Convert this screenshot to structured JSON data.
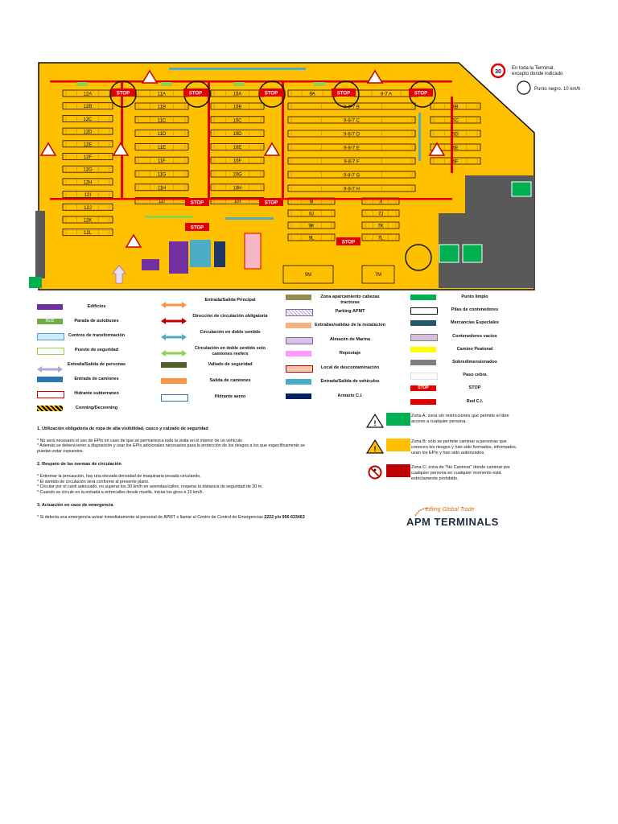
{
  "speed_note": {
    "limit": "30",
    "line1": "En toda la Terminal,",
    "line2": "excepto donde indicado",
    "circle_note": "Punto negro. 10 km/h"
  },
  "blocks": {
    "row12": [
      "12A",
      "12B",
      "12C",
      "12D",
      "12E",
      "12F",
      "12G",
      "12H",
      "12I",
      "12J",
      "12K",
      "12L"
    ],
    "row11": [
      "11A",
      "11B",
      "11C",
      "11D",
      "11E",
      "11F",
      "11G",
      "11H",
      "11I"
    ],
    "row10": [
      "10A",
      "10B",
      "10C",
      "10D",
      "10E",
      "10F",
      "10G",
      "10H",
      "10I"
    ],
    "row987": [
      "9A",
      "9-8-7 B",
      "9-8-7 C",
      "9-8-7 D",
      "9-8-7 E",
      "9-8-7 F",
      "9-8-7 G",
      "9-8-7 H"
    ],
    "row8": [
      "8-7 A"
    ],
    "row6": [
      "6B",
      "6C",
      "6D",
      "6E",
      "6F"
    ],
    "lower9": [
      "9I",
      "9J",
      "9K",
      "9L"
    ],
    "lower7": [
      "7I",
      "7J",
      "7K",
      "7L"
    ],
    "bottom": [
      "9M",
      "7M"
    ],
    "bus": "BUS",
    "stop": "STOP"
  },
  "colors": {
    "ground": "#FFC000",
    "dark_zone": "#595959",
    "red": "#E00000",
    "green": "#00B050",
    "yellow_zone": "#FFC000",
    "red_zone": "#C00000"
  },
  "legend": {
    "col1": [
      {
        "label": "Edificios",
        "icon": "purple-block"
      },
      {
        "label": "Parada de autobuses",
        "icon": "bus-sign",
        "tag": "BUS"
      },
      {
        "label": "Centros de transformación",
        "icon": "light-blue-block"
      },
      {
        "label": "Puesto de seguridad",
        "icon": "green-outline-block"
      },
      {
        "label": "Entrada/Salida de personas",
        "icon": "purple-double-arrow"
      },
      {
        "label": "Entrada de camiones",
        "icon": "blue-block"
      },
      {
        "label": "Hidrante subterraneo",
        "icon": "red-outline-block"
      },
      {
        "label": "Conning/Deconning",
        "icon": "checkered-block"
      }
    ],
    "col2": [
      {
        "label": "Entrada/Salida Principal",
        "icon": "orange-double-arrow"
      },
      {
        "label": "Dirección de circulación obligatoria",
        "icon": "red-arrow"
      },
      {
        "label": "Circulación en doble sentido",
        "icon": "blue-double-arrow"
      },
      {
        "label": "Circulación en doble sentido solo camiones reefers",
        "icon": "green-double-arrow"
      },
      {
        "label": "Vallado de seguridad",
        "icon": "olive-line"
      },
      {
        "label": "Salida de camiones",
        "icon": "orange-block"
      },
      {
        "label": "Hidrante aereo",
        "icon": "blue-outline-block"
      }
    ],
    "col3": [
      {
        "label": "Zona aparcamiento cabezas tractoras",
        "icon": "khaki-block"
      },
      {
        "label": "Parking APMT",
        "icon": "hatched-block"
      },
      {
        "label": "Entradas/salidas de la instalacion",
        "icon": "salmon-block"
      },
      {
        "label": "Almacén de Marina",
        "icon": "lavender-block"
      },
      {
        "label": "Repostaje",
        "icon": "pink-block"
      },
      {
        "label": "Local de descontaminación",
        "icon": "rose-block"
      },
      {
        "label": "Entrada/Salida de vehículos",
        "icon": "teal-block"
      },
      {
        "label": "Armario C.I.",
        "icon": "navy-block"
      }
    ],
    "col4": [
      {
        "label": "Punto limpio",
        "icon": "green-block"
      },
      {
        "label": "Pilas de contenedores",
        "icon": "white-outline-block"
      },
      {
        "label": "Mercancías Especiales",
        "icon": "dark-teal-block"
      },
      {
        "label": "Contenedores vacíos",
        "icon": "mauve-block"
      },
      {
        "label": "Camino Peatonal",
        "icon": "yellow-block"
      },
      {
        "label": "Sobredimensionados",
        "icon": "grey-block"
      },
      {
        "label": "Paso cebra",
        "icon": "white-block"
      },
      {
        "label": "STOP",
        "icon": "stop-sign",
        "tag": "STOP"
      },
      {
        "label": "Red C.I.",
        "icon": "red-block"
      }
    ]
  },
  "zones": [
    {
      "label": "Zona A: zona sin restricciones que permite el libre acceso a cualquier persona.",
      "color": "#00B050",
      "icon": "warning-triangle-icon"
    },
    {
      "label": "Zona B: sólo se permite caminar a personas que conocen los riesgos y han sido formados, informados, usan los EPIs y han sido autorizados.",
      "color": "#FFC000",
      "icon": "warning-exclamation-icon"
    },
    {
      "label": "Zona C: zona de \"No Caminar\" donde caminar por cualquier persona en cualquier momento está estrictamente prohibido.",
      "color": "#C00000",
      "icon": "no-walking-icon"
    }
  ],
  "notes": {
    "s1_title": "1. Utilización obligatoria de ropa de alta visibilidad, casco y calzado de seguridad",
    "s1_l1": "* No será necesario el uso de EPIs en caso de que se permanezca toda la visita en el interior de un vehículo",
    "s1_l2": "* Además se deberá tener a disposición y usar los EPIs adicionales necesarios para la protección de los riesgos a los que específicamente se puedan estar expuestos.",
    "s2_title": "2. Respeto de las normas de circulación",
    "s2_l1": "* Extremar la precaución, hay una elevada densidad de maquinaria pesada circulando.",
    "s2_l2": "* El sentido de circulación será conforme al presente plano.",
    "s2_l3": "* Circular por el carril adecuado, no superar los 30 km/h en avenidas/calles, respetar la distancia de seguridad de 20 m.",
    "s2_l4": "* Cuando se circule en la entrada a entrecalles desde muelle, iniciar los giros a 10 km/h.",
    "s3_title": "3. Actuación en caso de emergencia",
    "s3_l1": "* Si detecta una emergencia avisar inmediatamente al personal de APMT o llamar al Centro de Control  de Emergencias",
    "s3_phone": "2222 y/o 956 633463"
  },
  "brand": {
    "tagline": "Lifting Global Trade",
    "name": "APM TERMINALS"
  }
}
